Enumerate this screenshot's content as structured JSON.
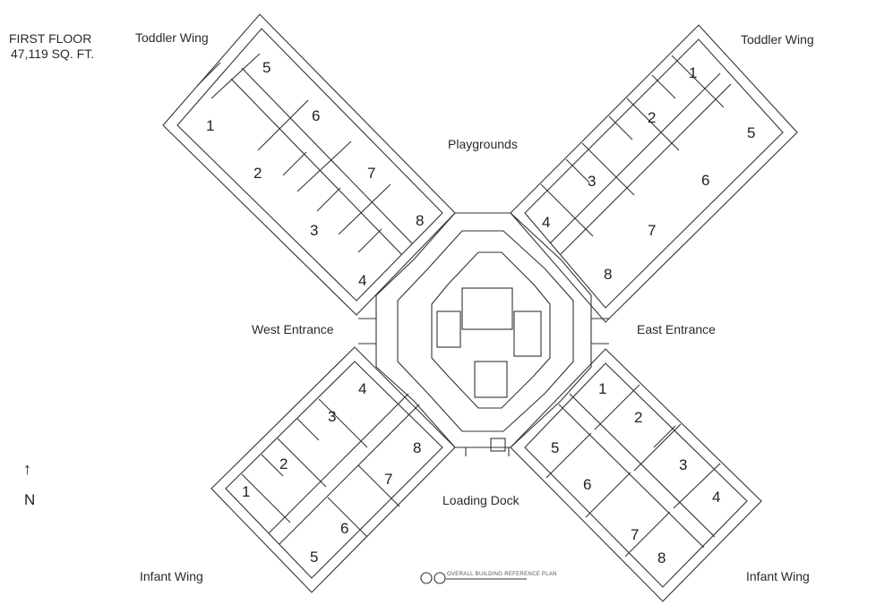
{
  "title": {
    "line1": "FIRST FLOOR",
    "line2": "47,119 SQ. FT."
  },
  "north": {
    "arrow": "↑",
    "letter": "N"
  },
  "labels": {
    "toddler_wing_nw": "Toddler Wing",
    "toddler_wing_ne": "Toddler Wing",
    "playgrounds": "Playgrounds",
    "west_entrance": "West Entrance",
    "east_entrance": "East Entrance",
    "loading_dock": "Loading Dock",
    "infant_wing_sw": "Infant Wing",
    "infant_wing_se": "Infant Wing"
  },
  "key_plan_caption": "OVERALL BUILDING REFERENCE PLAN",
  "rooms": {
    "nw": [
      "5",
      "6",
      "1",
      "2",
      "7",
      "3",
      "8",
      "4"
    ],
    "ne": [
      "1",
      "2",
      "5",
      "3",
      "6",
      "4",
      "7",
      "8"
    ],
    "sw": [
      "4",
      "3",
      "8",
      "2",
      "7",
      "1",
      "6",
      "5"
    ],
    "se": [
      "1",
      "2",
      "5",
      "3",
      "6",
      "4",
      "7",
      "8"
    ]
  }
}
